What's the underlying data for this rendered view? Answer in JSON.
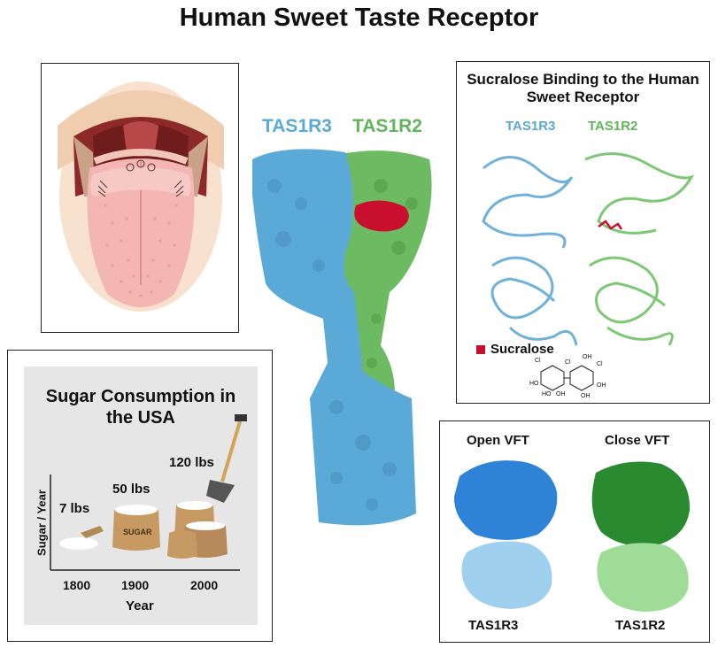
{
  "title": "Human Sweet Taste Receptor",
  "colors": {
    "tas1r3": "#5aa9d6",
    "tas1r2": "#5fb55a",
    "sucralose": "#c8102e",
    "tas1r3_dark": "#1f6fc0",
    "tas1r2_dark": "#1e7a25"
  },
  "center": {
    "label_tas1r3": "TAS1R3",
    "label_tas1r2": "TAS1R2"
  },
  "sucralose_panel": {
    "title": "Sucralose Binding to the Human Sweet Receptor",
    "label_tas1r3": "TAS1R3",
    "label_tas1r2": "TAS1R2",
    "legend": "Sucralose",
    "molecule_atoms": [
      "Cl",
      "Cl",
      "OH",
      "Cl",
      "HO",
      "HO",
      "OH",
      "OH",
      "OH"
    ]
  },
  "vft_panel": {
    "open_label": "Open VFT",
    "close_label": "Close VFT",
    "bottom_left": "TAS1R3",
    "bottom_right": "TAS1R2"
  },
  "sugar_panel": {
    "title": "Sugar Consumption in the USA",
    "ylabel": "Sugar / Year",
    "xlabel": "Year",
    "years": [
      "1800",
      "1900",
      "2000"
    ],
    "amounts": [
      "7 lbs",
      "50 lbs",
      "120 lbs"
    ],
    "bag_text": "SUGAR"
  }
}
